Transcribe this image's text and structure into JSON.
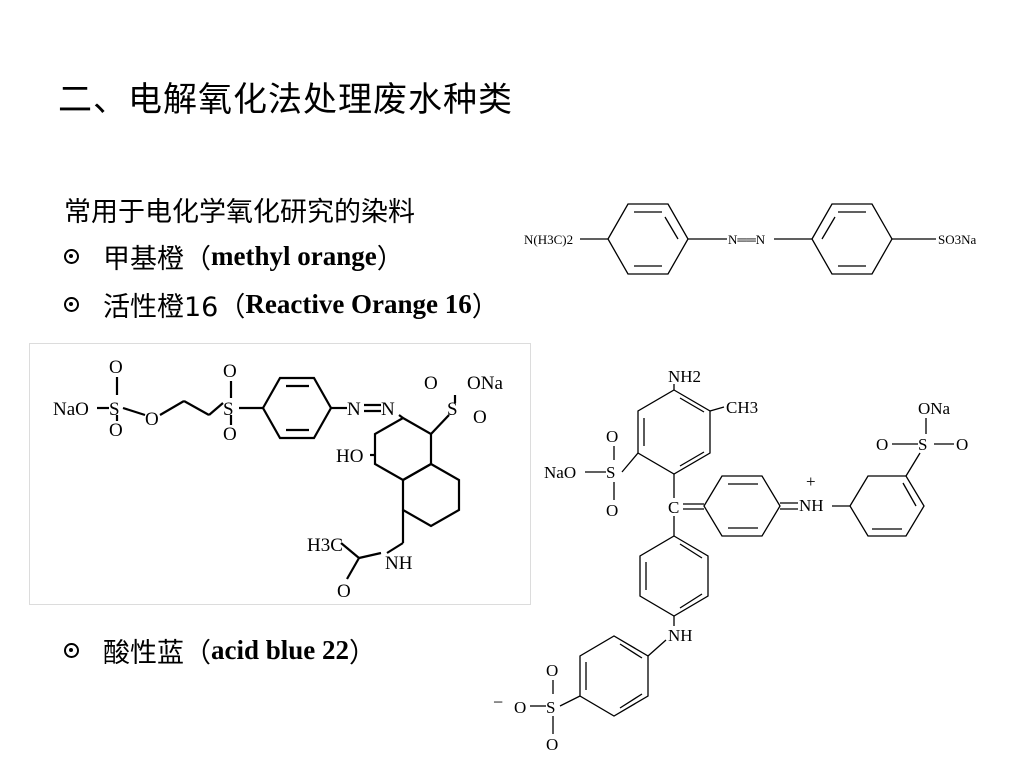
{
  "slide": {
    "title": "二、电解氧化法处理废水种类",
    "subtitle": "常用于电化学氧化研究的染料",
    "bullets": [
      {
        "cn": "甲基橙（",
        "en": "methyl orange",
        "close": "）"
      },
      {
        "cn": "活性橙16（",
        "en": "Reactive Orange 16",
        "close": "）"
      },
      {
        "cn": "酸性蓝（",
        "en": "acid blue 22",
        "close": "）"
      }
    ]
  },
  "structures": {
    "methyl_orange": {
      "left_group": "N(H3C)2",
      "azo": "N══N",
      "right_group": "SO3Na"
    },
    "reactive_orange_16": {
      "labels": [
        "NaO",
        "S",
        "O",
        "O",
        "O",
        "S",
        "O",
        "O",
        "N",
        "N",
        "O",
        "ONa",
        "S",
        "O",
        "HO",
        "H3C",
        "NH",
        "O"
      ]
    },
    "acid_blue_22": {
      "labels": [
        "NH2",
        "CH3",
        "NaO",
        "S",
        "O",
        "O",
        "C",
        "NH",
        "+",
        "ONa",
        "O",
        "S",
        "O",
        "NH",
        "O",
        "S",
        "O",
        "O",
        "−"
      ]
    }
  }
}
